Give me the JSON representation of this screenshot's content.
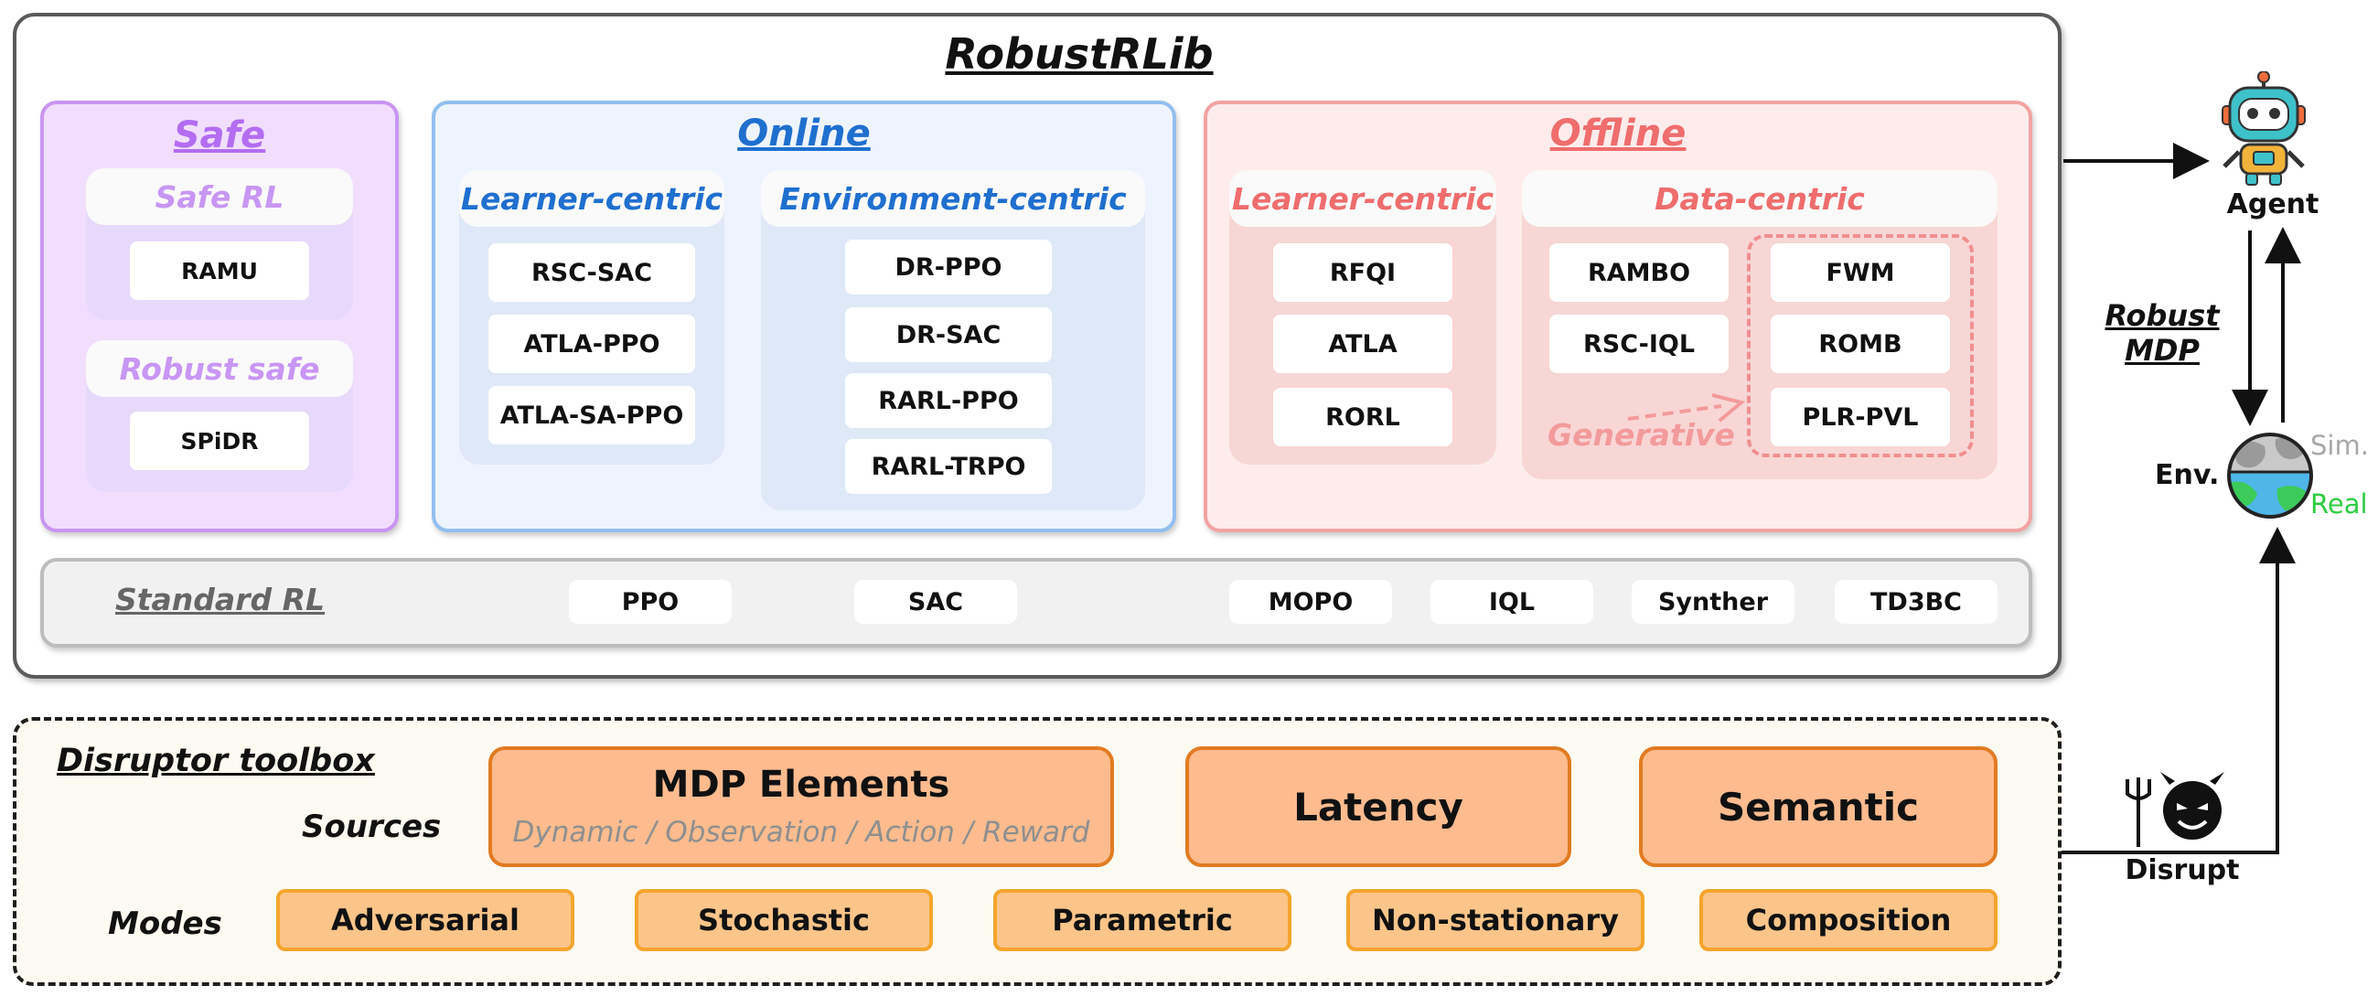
{
  "title": "RobustRLib",
  "safe": {
    "title": "Safe",
    "groups": [
      {
        "label": "Safe RL",
        "items": [
          "RAMU"
        ]
      },
      {
        "label": "Robust safe",
        "items": [
          "SPiDR"
        ]
      }
    ]
  },
  "online": {
    "title": "Online",
    "learner": {
      "label": "Learner-centric",
      "items": [
        "RSC-SAC",
        "ATLA-PPO",
        "ATLA-SA-PPO"
      ]
    },
    "environment": {
      "label": "Environment-centric",
      "items": [
        "DR-PPO",
        "DR-SAC",
        "RARL-PPO",
        "RARL-TRPO"
      ]
    }
  },
  "offline": {
    "title": "Offline",
    "learner": {
      "label": "Learner-centric",
      "items": [
        "RFQI",
        "ATLA",
        "RORL"
      ]
    },
    "data": {
      "label": "Data-centric",
      "items": [
        "RAMBO",
        "RSC-IQL"
      ],
      "generative_label": "Generative",
      "generative_items": [
        "FWM",
        "ROMB",
        "PLR-PVL"
      ]
    }
  },
  "standard": {
    "label": "Standard RL",
    "items": [
      "PPO",
      "SAC",
      "MOPO",
      "IQL",
      "Synther",
      "TD3BC"
    ]
  },
  "disruptor": {
    "title": "Disruptor toolbox",
    "sources_label": "Sources",
    "modes_label": "Modes",
    "sources": [
      {
        "label": "MDP Elements",
        "sub": "Dynamic / Observation / Action / Reward"
      },
      {
        "label": "Latency"
      },
      {
        "label": "Semantic"
      }
    ],
    "modes": [
      "Adversarial",
      "Stochastic",
      "Parametric",
      "Non-stationary",
      "Composition"
    ]
  },
  "side": {
    "agent": "Agent",
    "robust_mdp_line1": "Robust",
    "robust_mdp_line2": "MDP",
    "env": "Env.",
    "sim": "Sim.",
    "real": "Real",
    "disrupt": "Disrupt"
  },
  "colors": {
    "safe": "#b36cf2",
    "online": "#1f6fcf",
    "offline": "#ef6d6d",
    "real": "#2ecc40",
    "agent_teal": "#3fc1c9"
  },
  "icons": [
    "robot-icon",
    "globe-icon",
    "devil-icon",
    "pitchfork-icon"
  ]
}
